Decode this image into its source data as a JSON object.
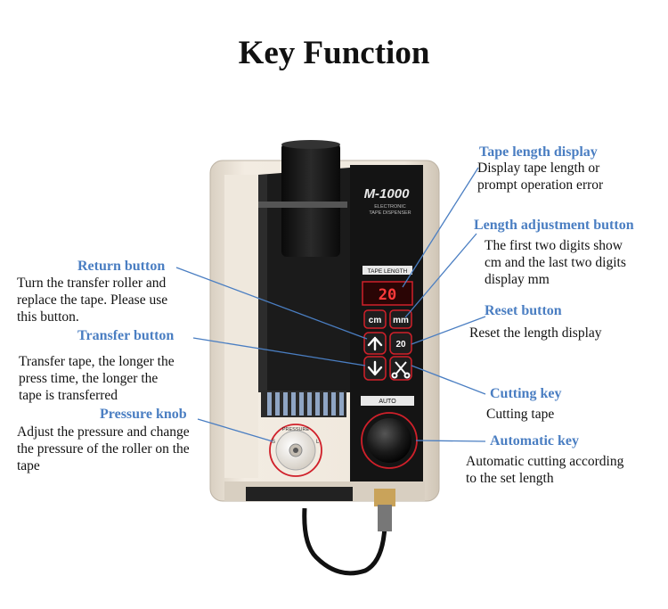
{
  "title": "Key Function",
  "device": {
    "brand": "M-1000",
    "model_sub1": "ELECTRONIC",
    "model_sub2": "TAPE DISPENSER",
    "panel_label": "TAPE LENGTH",
    "display_value": "20",
    "btn_cm": "cm",
    "btn_mm": "mm",
    "btn_reset": "20",
    "auto_label": "AUTO",
    "knob_label": "PRESSURE"
  },
  "callouts": {
    "tape_length_display": {
      "label": "Tape length display",
      "desc": [
        "Display tape length or",
        "prompt operation error"
      ]
    },
    "length_adjustment": {
      "label": "Length adjustment button",
      "desc": [
        "The first two digits show",
        "cm and the last two digits",
        "display mm"
      ]
    },
    "return_button": {
      "label": "Return button",
      "desc": [
        "Turn the transfer roller and",
        "replace the tape. Please use",
        "this button."
      ]
    },
    "reset_button": {
      "label": "Reset button",
      "desc": [
        "Reset the length display"
      ]
    },
    "transfer_button": {
      "label": "Transfer button",
      "desc": [
        "Transfer tape, the longer the",
        "press time, the longer the",
        "tape is transferred"
      ]
    },
    "cutting_key": {
      "label": "Cutting key",
      "desc": [
        "Cutting tape"
      ]
    },
    "pressure_knob": {
      "label": "Pressure knob",
      "desc": [
        "Adjust the pressure and change",
        "the pressure of the roller on the",
        "tape"
      ]
    },
    "automatic_key": {
      "label": "Automatic key",
      "desc": [
        "Automatic cutting according",
        "to the set length"
      ]
    }
  },
  "colors": {
    "label_blue": "#4a7ec2",
    "machine_body": "#ece4d8",
    "panel_black": "#141414",
    "highlight_red": "#d0202a"
  }
}
